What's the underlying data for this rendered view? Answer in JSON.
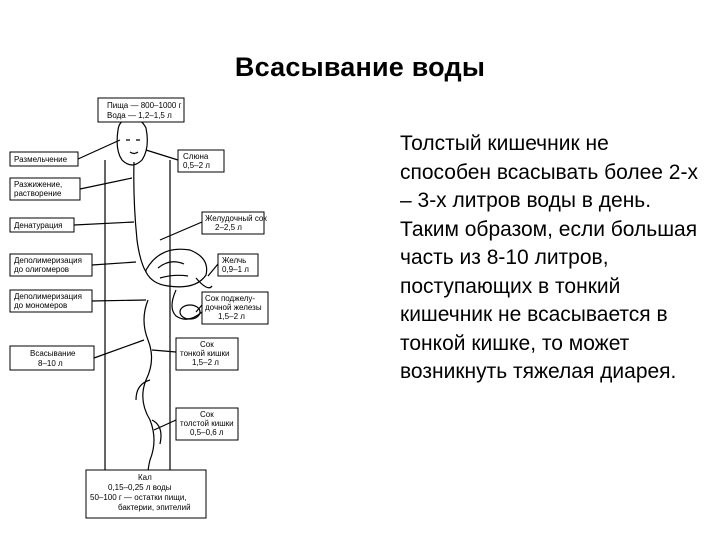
{
  "slide": {
    "title": "Всасывание воды",
    "body": "Толстый кишечник не способен всасывать более 2-х – 3-х литров воды в день. Таким образом, если большая часть из 8-10 литров, поступающих в тонкий кишечник не всасывается в тонкой кишке, то может возникнуть тяжелая диарея."
  },
  "diagram": {
    "top_box": [
      "Пища — 800–1000 г",
      "Вода — 1,2–1,5 л"
    ],
    "left_labels": [
      [
        "Размельчение"
      ],
      [
        "Разжижение,",
        "растворение"
      ],
      [
        "Денатурация"
      ],
      [
        "Деполимеризация",
        "до олигомеров"
      ],
      [
        "Деполимеризация",
        "до мономеров"
      ],
      [
        "Всасывание",
        "8–10 л"
      ]
    ],
    "right_labels": [
      [
        "Слюна",
        "0,5–2 л"
      ],
      [
        "Желудочный сок",
        "2–2,5 л"
      ],
      [
        "Желчь",
        "0,9–1 л"
      ],
      [
        "Сок поджелу-",
        "дочной железы",
        "1,5–2 л"
      ],
      [
        "Сок",
        "тонкой кишки",
        "1,5–2 л"
      ],
      [
        "Сок",
        "толстой кишки",
        "0,5–0,6 л"
      ]
    ],
    "bottom_box": [
      "Кал",
      "0,15–0,25 л воды",
      "50–100 г — остатки пищи,",
      "бактерии, эпителий"
    ]
  }
}
